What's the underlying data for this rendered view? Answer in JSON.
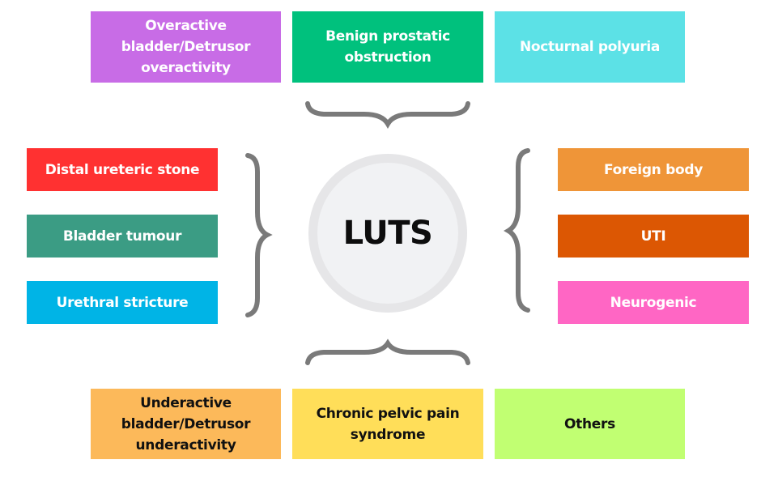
{
  "center": {
    "label": "LUTS",
    "ring_color": "#e6e6e8",
    "fill_color": "#f1f2f4"
  },
  "top_row": [
    {
      "label": "Overactive bladder/Detrusor overactivity",
      "color": "#c86ce6"
    },
    {
      "label": "Benign prostatic obstruction",
      "color": "#00c17d"
    },
    {
      "label": "Nocturnal polyuria",
      "color": "#5ce1e6"
    }
  ],
  "left_column": [
    {
      "label": "Distal ureteric stone",
      "color": "#ff3131"
    },
    {
      "label": "Bladder tumour",
      "color": "#3b9c84"
    },
    {
      "label": "Urethral stricture",
      "color": "#00b4e6"
    }
  ],
  "right_column": [
    {
      "label": "Foreign body",
      "color": "#ef9538"
    },
    {
      "label": "UTI",
      "color": "#dc5703"
    },
    {
      "label": "Neurogenic",
      "color": "#ff66c4"
    }
  ],
  "bottom_row": [
    {
      "label": "Underactive bladder/Detrusor underactivity",
      "color": "#fcb95a"
    },
    {
      "label": "Chronic pelvic pain syndrome",
      "color": "#ffde59"
    },
    {
      "label": "Others",
      "color": "#c1ff72"
    }
  ],
  "brace_color": "#7a7a7a"
}
